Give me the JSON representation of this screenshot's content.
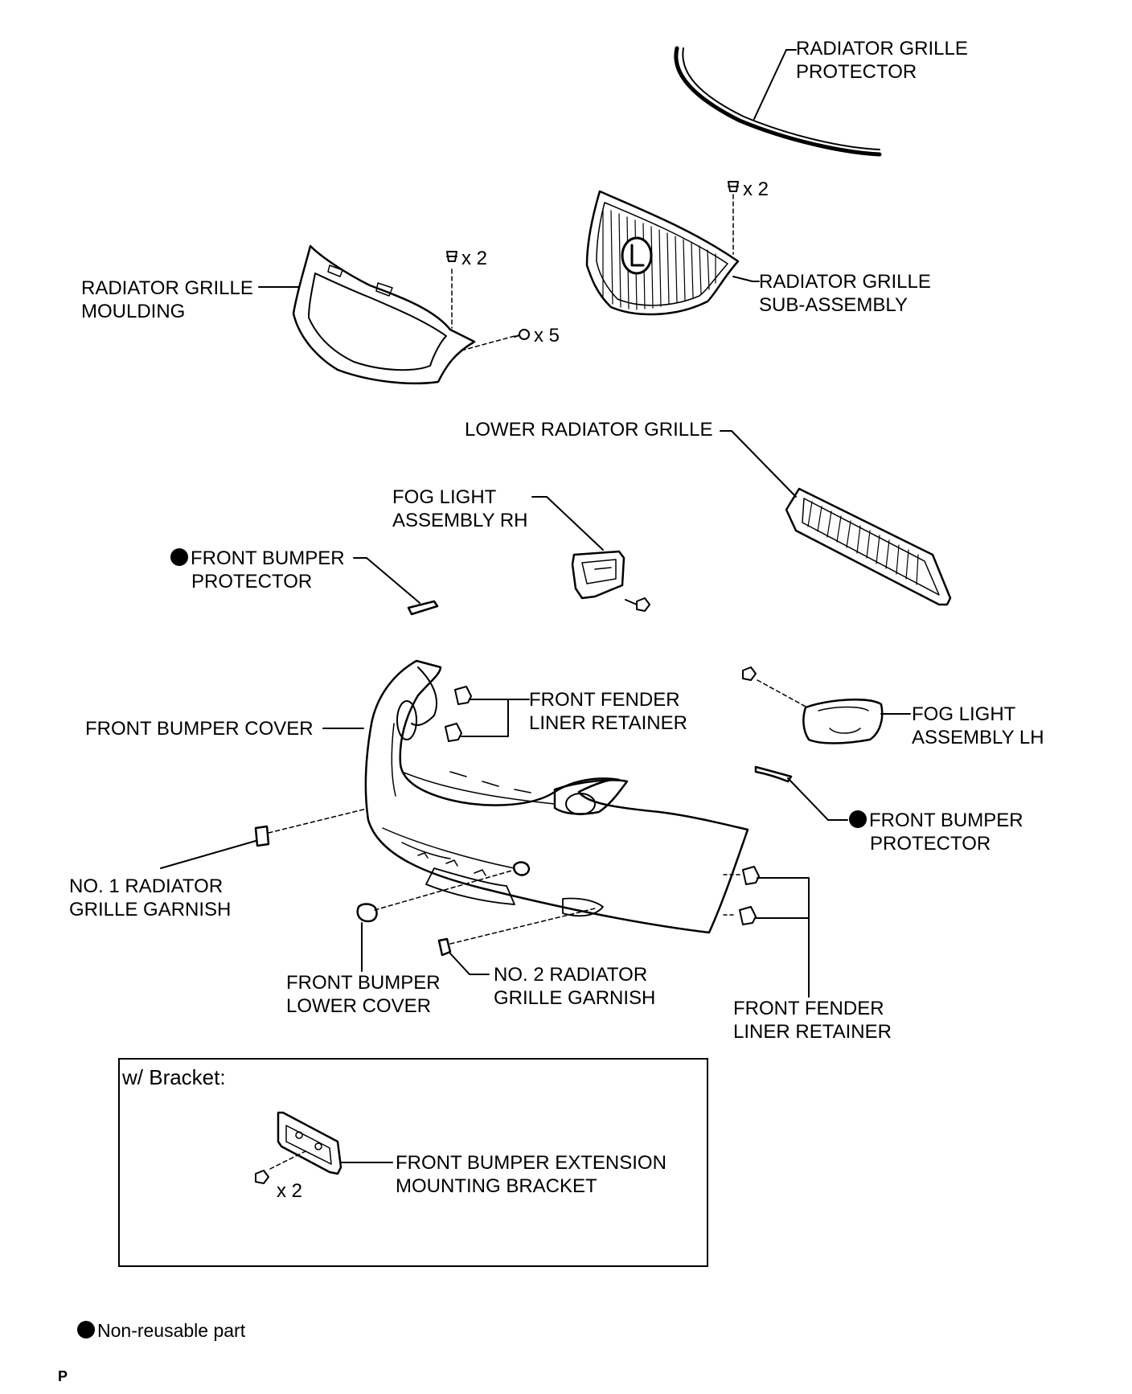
{
  "labels": {
    "radiator_grille_protector": [
      "RADIATOR GRILLE",
      "PROTECTOR"
    ],
    "radiator_grille_sub_assembly": [
      "RADIATOR GRILLE",
      "SUB-ASSEMBLY"
    ],
    "radiator_grille_moulding": [
      "RADIATOR GRILLE",
      "MOULDING"
    ],
    "lower_radiator_grille": "LOWER RADIATOR GRILLE",
    "fog_light_rh": [
      "FOG LIGHT",
      "ASSEMBLY RH"
    ],
    "front_bumper_protector_left": [
      "FRONT BUMPER",
      "PROTECTOR"
    ],
    "front_fender_liner_retainer_top": [
      "FRONT FENDER",
      "LINER RETAINER"
    ],
    "front_bumper_cover": "FRONT BUMPER COVER",
    "fog_light_lh": [
      "FOG LIGHT",
      "ASSEMBLY LH"
    ],
    "front_bumper_protector_right": [
      "FRONT BUMPER",
      "PROTECTOR"
    ],
    "no1_radiator_grille_garnish": [
      "NO. 1 RADIATOR",
      "GRILLE GARNISH"
    ],
    "front_bumper_lower_cover": [
      "FRONT BUMPER",
      "LOWER COVER"
    ],
    "no2_radiator_grille_garnish": [
      "NO. 2 RADIATOR",
      "GRILLE GARNISH"
    ],
    "front_fender_liner_retainer_bottom": [
      "FRONT FENDER",
      "LINER RETAINER"
    ],
    "front_bumper_extension_bracket": [
      "FRONT BUMPER EXTENSION",
      "MOUNTING BRACKET"
    ]
  },
  "quantities": {
    "sub_assembly_clips": "x 2",
    "moulding_clips": "x 2",
    "moulding_screws": "x 5",
    "bracket_bolts": "x 2"
  },
  "bracket_section_title": "w/ Bracket:",
  "legend_text": "Non-reusable part",
  "page_mark": "P",
  "colors": {
    "line": "#000000",
    "background": "#ffffff"
  }
}
